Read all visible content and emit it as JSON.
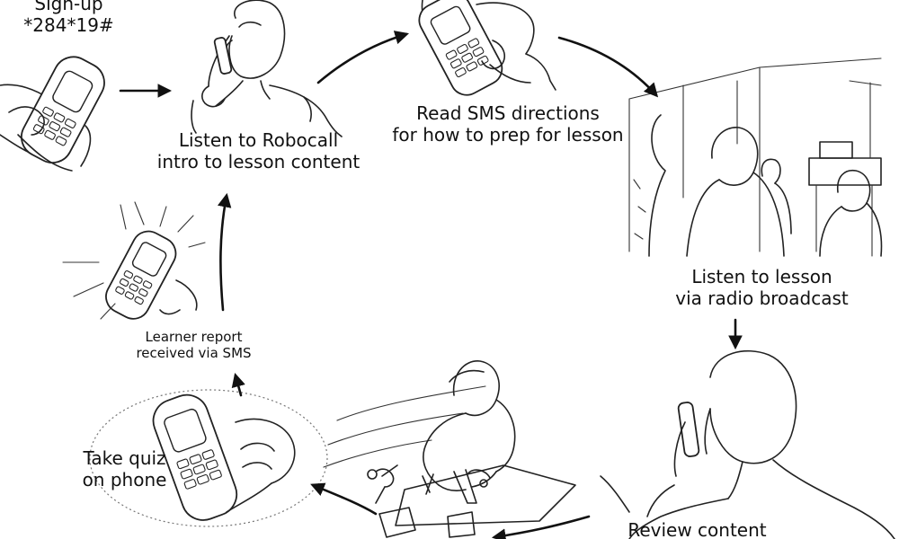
{
  "steps": {
    "signup": {
      "line1": "Sign-up",
      "line2": "*284*19#"
    },
    "robocall": {
      "line1": "Listen to Robocall",
      "line2": "intro to lesson content"
    },
    "sms": {
      "line1": "Read SMS directions",
      "line2": "for how to prep for lesson"
    },
    "radio": {
      "line1": "Listen to lesson",
      "line2": "via radio broadcast"
    },
    "review": {
      "line1": "Review content"
    },
    "quiz": {
      "line1": "Take quiz",
      "line2": "on phone"
    },
    "report": {
      "line1": "Learner report",
      "line2": "received via SMS"
    }
  }
}
